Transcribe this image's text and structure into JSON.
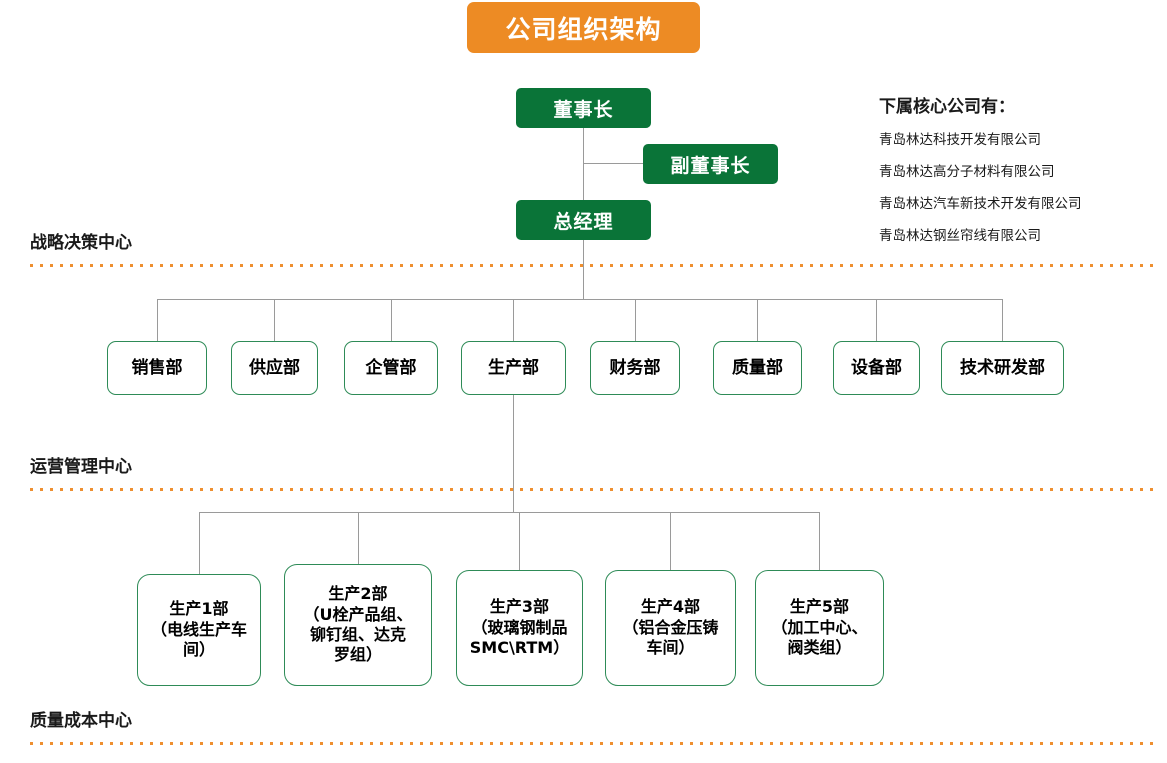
{
  "title": "公司组织架构",
  "colors": {
    "title_bg": "#ed8b24",
    "exec_box_bg": "#0a7438",
    "dept_box_border": "#2e8b57",
    "connector": "#9a9a9a",
    "dotted_separator": "#ee8f30",
    "text_dark": "#1a1a1a",
    "text_light": "#ffffff"
  },
  "executives": [
    {
      "label": "董事长"
    },
    {
      "label": "副董事长"
    },
    {
      "label": "总经理"
    }
  ],
  "departments": [
    {
      "label": "销售部"
    },
    {
      "label": "供应部"
    },
    {
      "label": "企管部"
    },
    {
      "label": "生产部"
    },
    {
      "label": "财务部"
    },
    {
      "label": "质量部"
    },
    {
      "label": "设备部"
    },
    {
      "label": "技术研发部"
    }
  ],
  "production_units": [
    {
      "label": "生产1部\n（电线生产车\n间）"
    },
    {
      "label": "生产2部\n（U栓产品组、\n铆钉组、达克\n罗组）"
    },
    {
      "label": "生产3部\n（玻璃钢制品\nSMC\\RTM）"
    },
    {
      "label": "生产4部\n（铝合金压铸\n车间）"
    },
    {
      "label": "生产5部\n（加工中心、\n阀类组）"
    }
  ],
  "sections": [
    {
      "label": "战略决策中心"
    },
    {
      "label": "运营管理中心"
    },
    {
      "label": "质量成本中心"
    }
  ],
  "side_note": {
    "heading": "下属核心公司有：",
    "items": [
      "青岛林达科技开发有限公司",
      "青岛林达高分子材料有限公司",
      "青岛林达汽车新技术开发有限公司",
      "青岛林达钢丝帘线有限公司"
    ]
  }
}
